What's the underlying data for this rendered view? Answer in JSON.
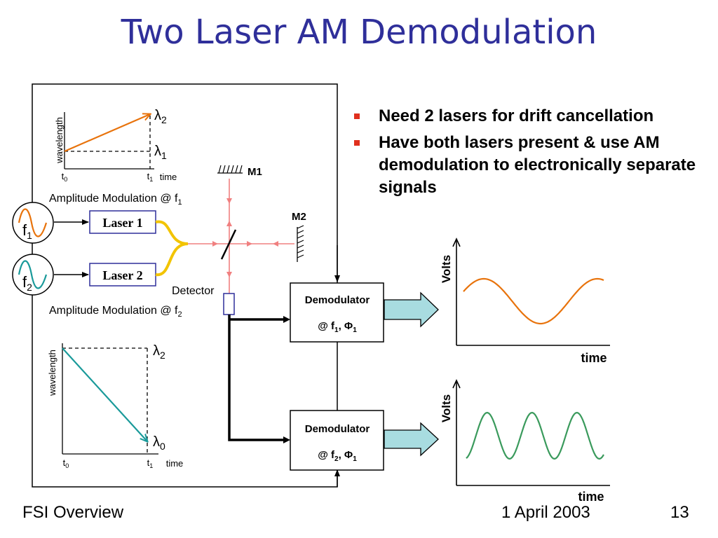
{
  "title": "Two Laser AM Demodulation",
  "bullets": [
    "Need 2 lasers for drift cancellation",
    "Have both lasers present & use AM demodulation to electronically separate signals"
  ],
  "diagram": {
    "top_chart": {
      "ylabel": "wavelength",
      "xlabel": "time",
      "t0": "t",
      "t0_sub": "0",
      "t1": "t",
      "t1_sub": "1",
      "upper": "λ",
      "upper_sub": "2",
      "lower": "λ",
      "lower_sub": "1"
    },
    "bottom_chart": {
      "ylabel": "wavelength",
      "xlabel": "time",
      "t0": "t",
      "t0_sub": "0",
      "t1": "t",
      "t1_sub": "1",
      "upper": "λ",
      "upper_sub": "2",
      "lower": "λ",
      "lower_sub": "0"
    },
    "am_top": "Amplitude Modulation @ f",
    "am_top_sub": "1",
    "am_bottom": "Amplitude Modulation @ f",
    "am_bottom_sub": "2",
    "osc1": "f",
    "osc1_sub": "1",
    "osc2": "f",
    "osc2_sub": "2",
    "laser1": "Laser 1",
    "laser2": "Laser 2",
    "mirror1": "M1",
    "mirror2": "M2",
    "detector": "Detector",
    "demod1": {
      "label": "Demodulator",
      "at": "@ f",
      "sub": "1",
      "phi": ", Φ",
      "phi_sub": "1"
    },
    "demod2": {
      "label": "Demodulator",
      "at": "@ f",
      "sub": "2",
      "phi": ", Φ",
      "phi_sub": "1"
    },
    "out1": {
      "ylabel": "Volts",
      "xlabel": "time",
      "color": "#e8730c"
    },
    "out2": {
      "ylabel": "Volts",
      "xlabel": "time",
      "color": "#3a9a5c"
    }
  },
  "colors": {
    "title": "#2f2f9a",
    "bullet": "#e0301e",
    "beam": "#f08080",
    "fiber": "#f2c400",
    "arrow_fill": "#a8dce0",
    "orange": "#e8730c",
    "teal": "#1a9a9a"
  },
  "footer": {
    "left": "FSI Overview",
    "date": "1 April 2003",
    "page": "13"
  }
}
